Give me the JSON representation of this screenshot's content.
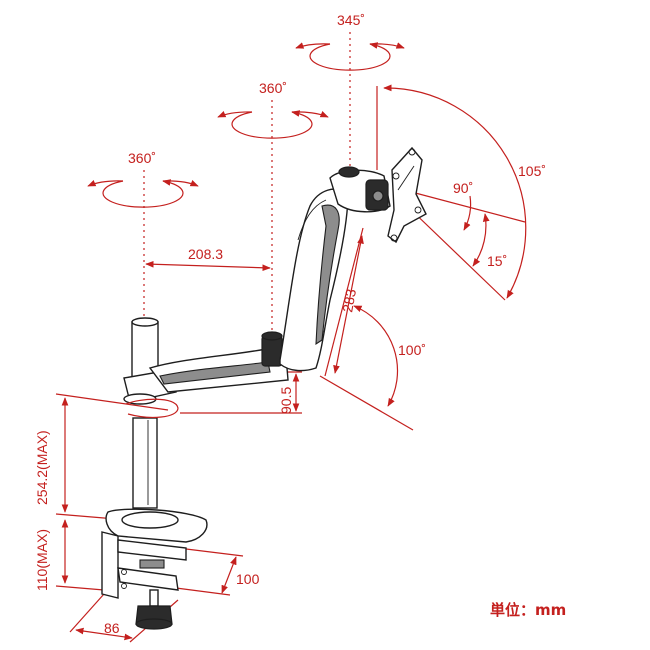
{
  "diagram": {
    "rotation_labels": {
      "base_pivot": "360˚",
      "elbow_pivot": "360˚",
      "head_swivel": "345˚"
    },
    "dimensions": {
      "arm_reach": "208.3",
      "forearm_length": "283",
      "elbow_drop": "90.5",
      "pole_height": "254.2(MAX)",
      "clamp_height": "110(MAX)",
      "clamp_depth": "100",
      "clamp_width": "86"
    },
    "angles": {
      "forearm_tilt": "100˚",
      "head_tilt_total": "105˚",
      "head_tilt_up": "90˚",
      "head_tilt_down": "15˚"
    },
    "unit_label": "単位：mm",
    "colors": {
      "dimension": "#c4201e",
      "line_art": "#1e1e1e"
    }
  }
}
